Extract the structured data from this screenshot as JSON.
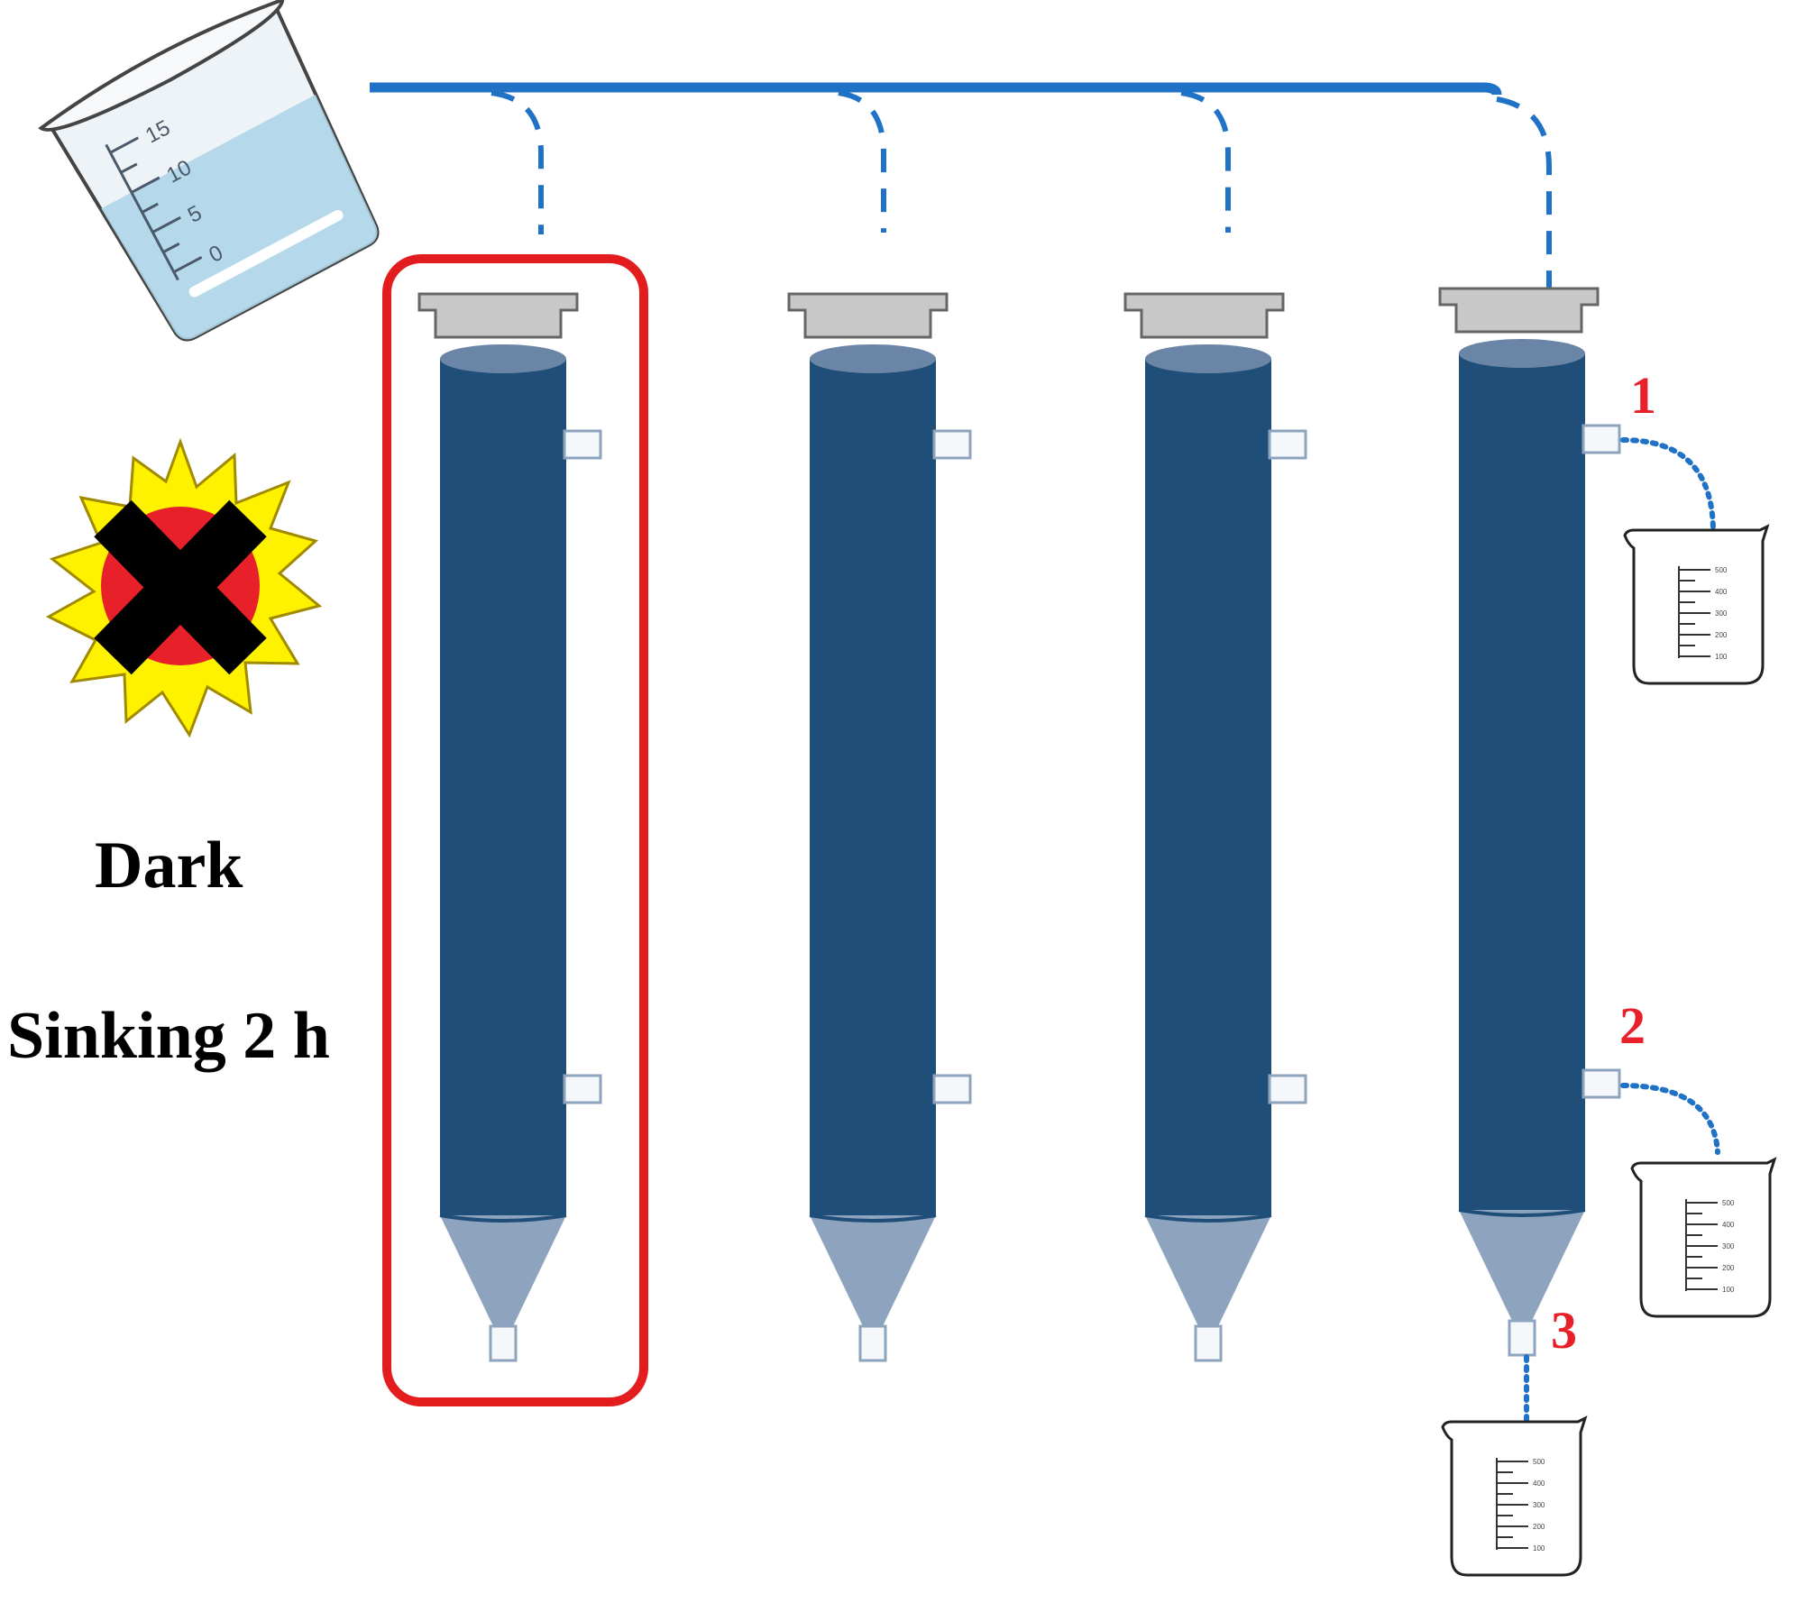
{
  "labels": {
    "dark": "Dark",
    "sinking": "Sinking 2 h"
  },
  "ports": [
    "1",
    "2",
    "3"
  ],
  "pouring_beaker": {
    "ticks": [
      "0",
      "5",
      "10",
      "15"
    ]
  },
  "collection_beaker": {
    "ticks": [
      "500",
      "400",
      "300",
      "200",
      "100"
    ]
  },
  "colors": {
    "column": "#1f4e79",
    "column_top": "#6b85a6",
    "cone": "#8ea3be",
    "cap": "#c8c8c8",
    "pipe": "#1f72c6",
    "highlight": "#e31d1d",
    "sun": "#fff200",
    "port_number": "#e8202a"
  },
  "icons": [
    "pouring-beaker-icon",
    "crossed-out-sun-icon",
    "collection-beaker-icon"
  ]
}
